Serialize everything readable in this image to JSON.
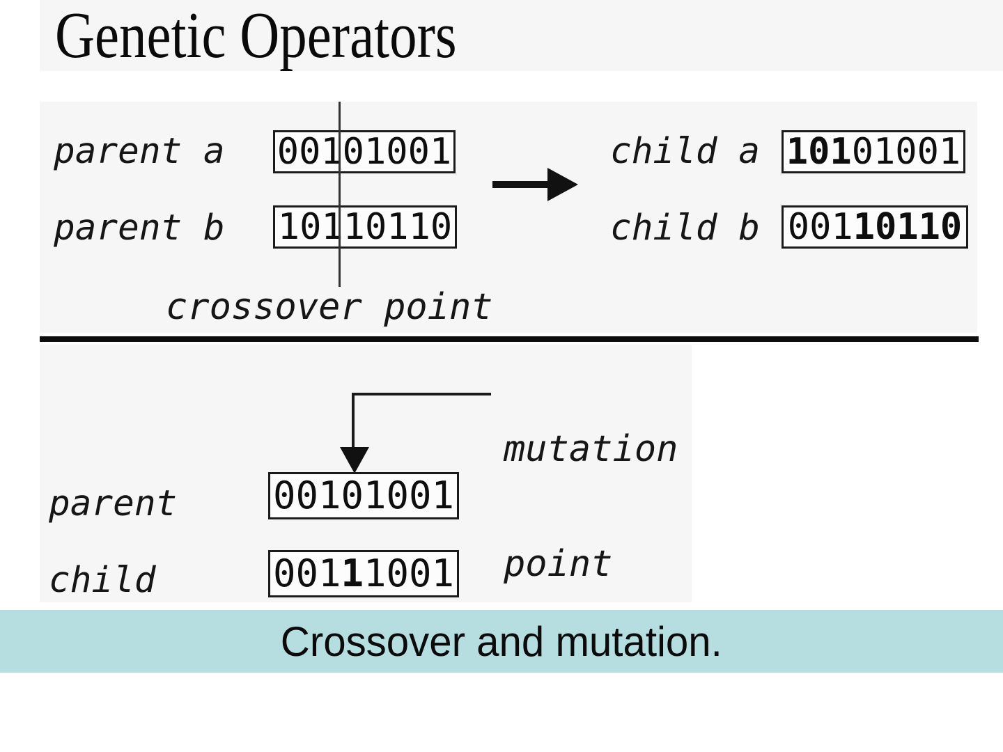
{
  "title": "Genetic Operators",
  "caption": "Crossover and mutation.",
  "crossover": {
    "parent_a_label": "parent a",
    "parent_a_bits": "00101001",
    "parent_b_label": "parent b",
    "parent_b_bits": "10110110",
    "child_a_label": "child a",
    "child_a_bits_bold": "101",
    "child_a_bits_rest": "01001",
    "child_b_label": "child b",
    "child_b_bits_normal": "001",
    "child_b_bits_bold": "10110",
    "crossover_point_label": "crossover point"
  },
  "mutation": {
    "label_line1": "mutation",
    "label_line2": "point",
    "parent_label": "parent",
    "parent_bits": "00101001",
    "child_label": "child",
    "child_bits_prefix": "001",
    "child_bits_mutated": "1",
    "child_bits_suffix": "1001"
  },
  "colors": {
    "caption_bg": "#b6dde0",
    "panel_bg": "#f6f6f6",
    "box_border": "#1b1b1b",
    "ink": "#111111"
  }
}
